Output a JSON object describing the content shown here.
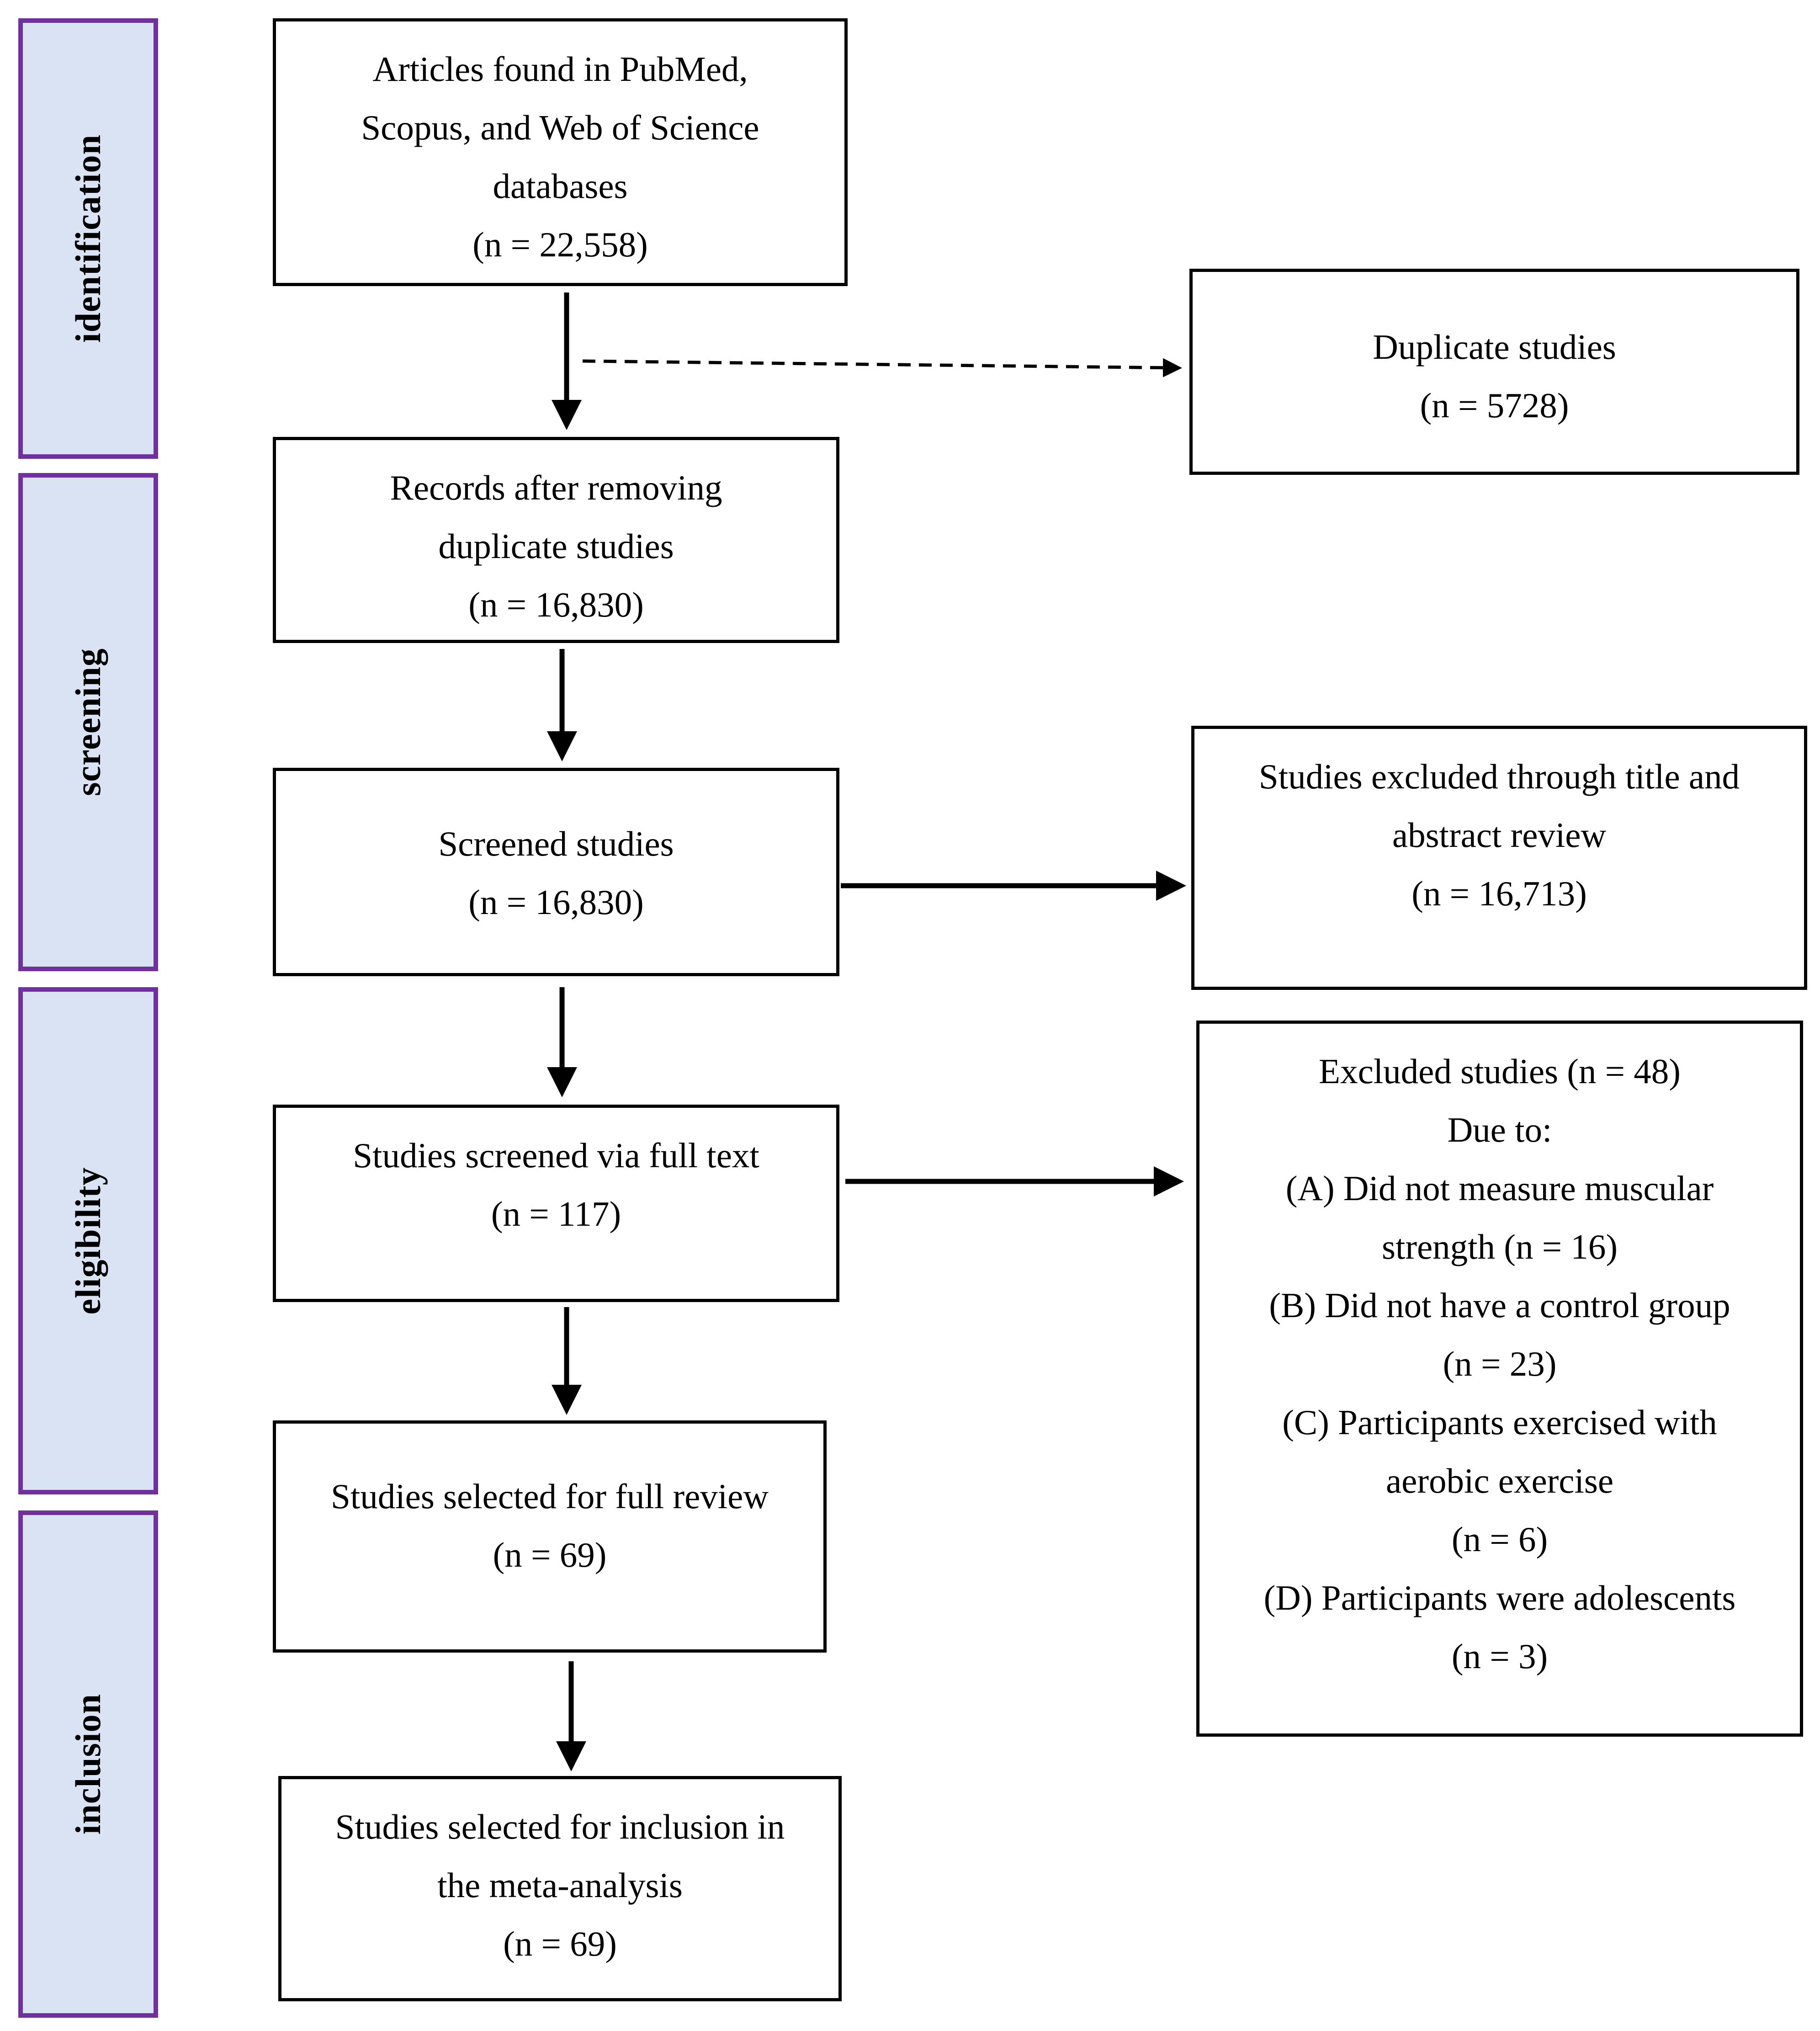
{
  "phases": {
    "identification": "identification",
    "screening": "screening",
    "eligibility": "eligibility",
    "inclusion": "inclusion"
  },
  "boxes": {
    "articles_found": {
      "lines": [
        "Articles found in PubMed,",
        "Scopus, and Web of Science",
        "databases",
        "(n = 22,558)"
      ]
    },
    "duplicates": {
      "lines": [
        "Duplicate studies",
        "(n = 5728)"
      ]
    },
    "records_after_removing": {
      "lines": [
        "Records after removing",
        "duplicate studies",
        "(n = 16,830)"
      ]
    },
    "screened": {
      "lines": [
        "Screened studies",
        "(n = 16,830)"
      ]
    },
    "excluded_title_abstract": {
      "lines": [
        "Studies excluded through title and",
        "abstract review",
        "(n = 16,713)"
      ]
    },
    "full_text": {
      "lines": [
        "Studies screened via full text",
        "(n = 117)"
      ]
    },
    "excluded_full_text": {
      "lines": [
        "Excluded studies (n = 48)",
        "Due to:",
        "(A) Did not measure muscular",
        "strength (n = 16)",
        "(B) Did not have a control group",
        "(n = 23)",
        "(C) Participants exercised with",
        "aerobic exercise",
        "(n = 6)",
        "(D) Participants were adolescents",
        "(n = 3)"
      ]
    },
    "full_review": {
      "lines": [
        "Studies selected for full review",
        "(n = 69)"
      ]
    },
    "meta_analysis": {
      "lines": [
        "Studies selected for inclusion in",
        "the meta-analysis",
        "(n = 69)"
      ]
    }
  },
  "colors": {
    "phase_fill": "#dae3f3",
    "phase_border": "#7030a0",
    "line": "#000000"
  }
}
